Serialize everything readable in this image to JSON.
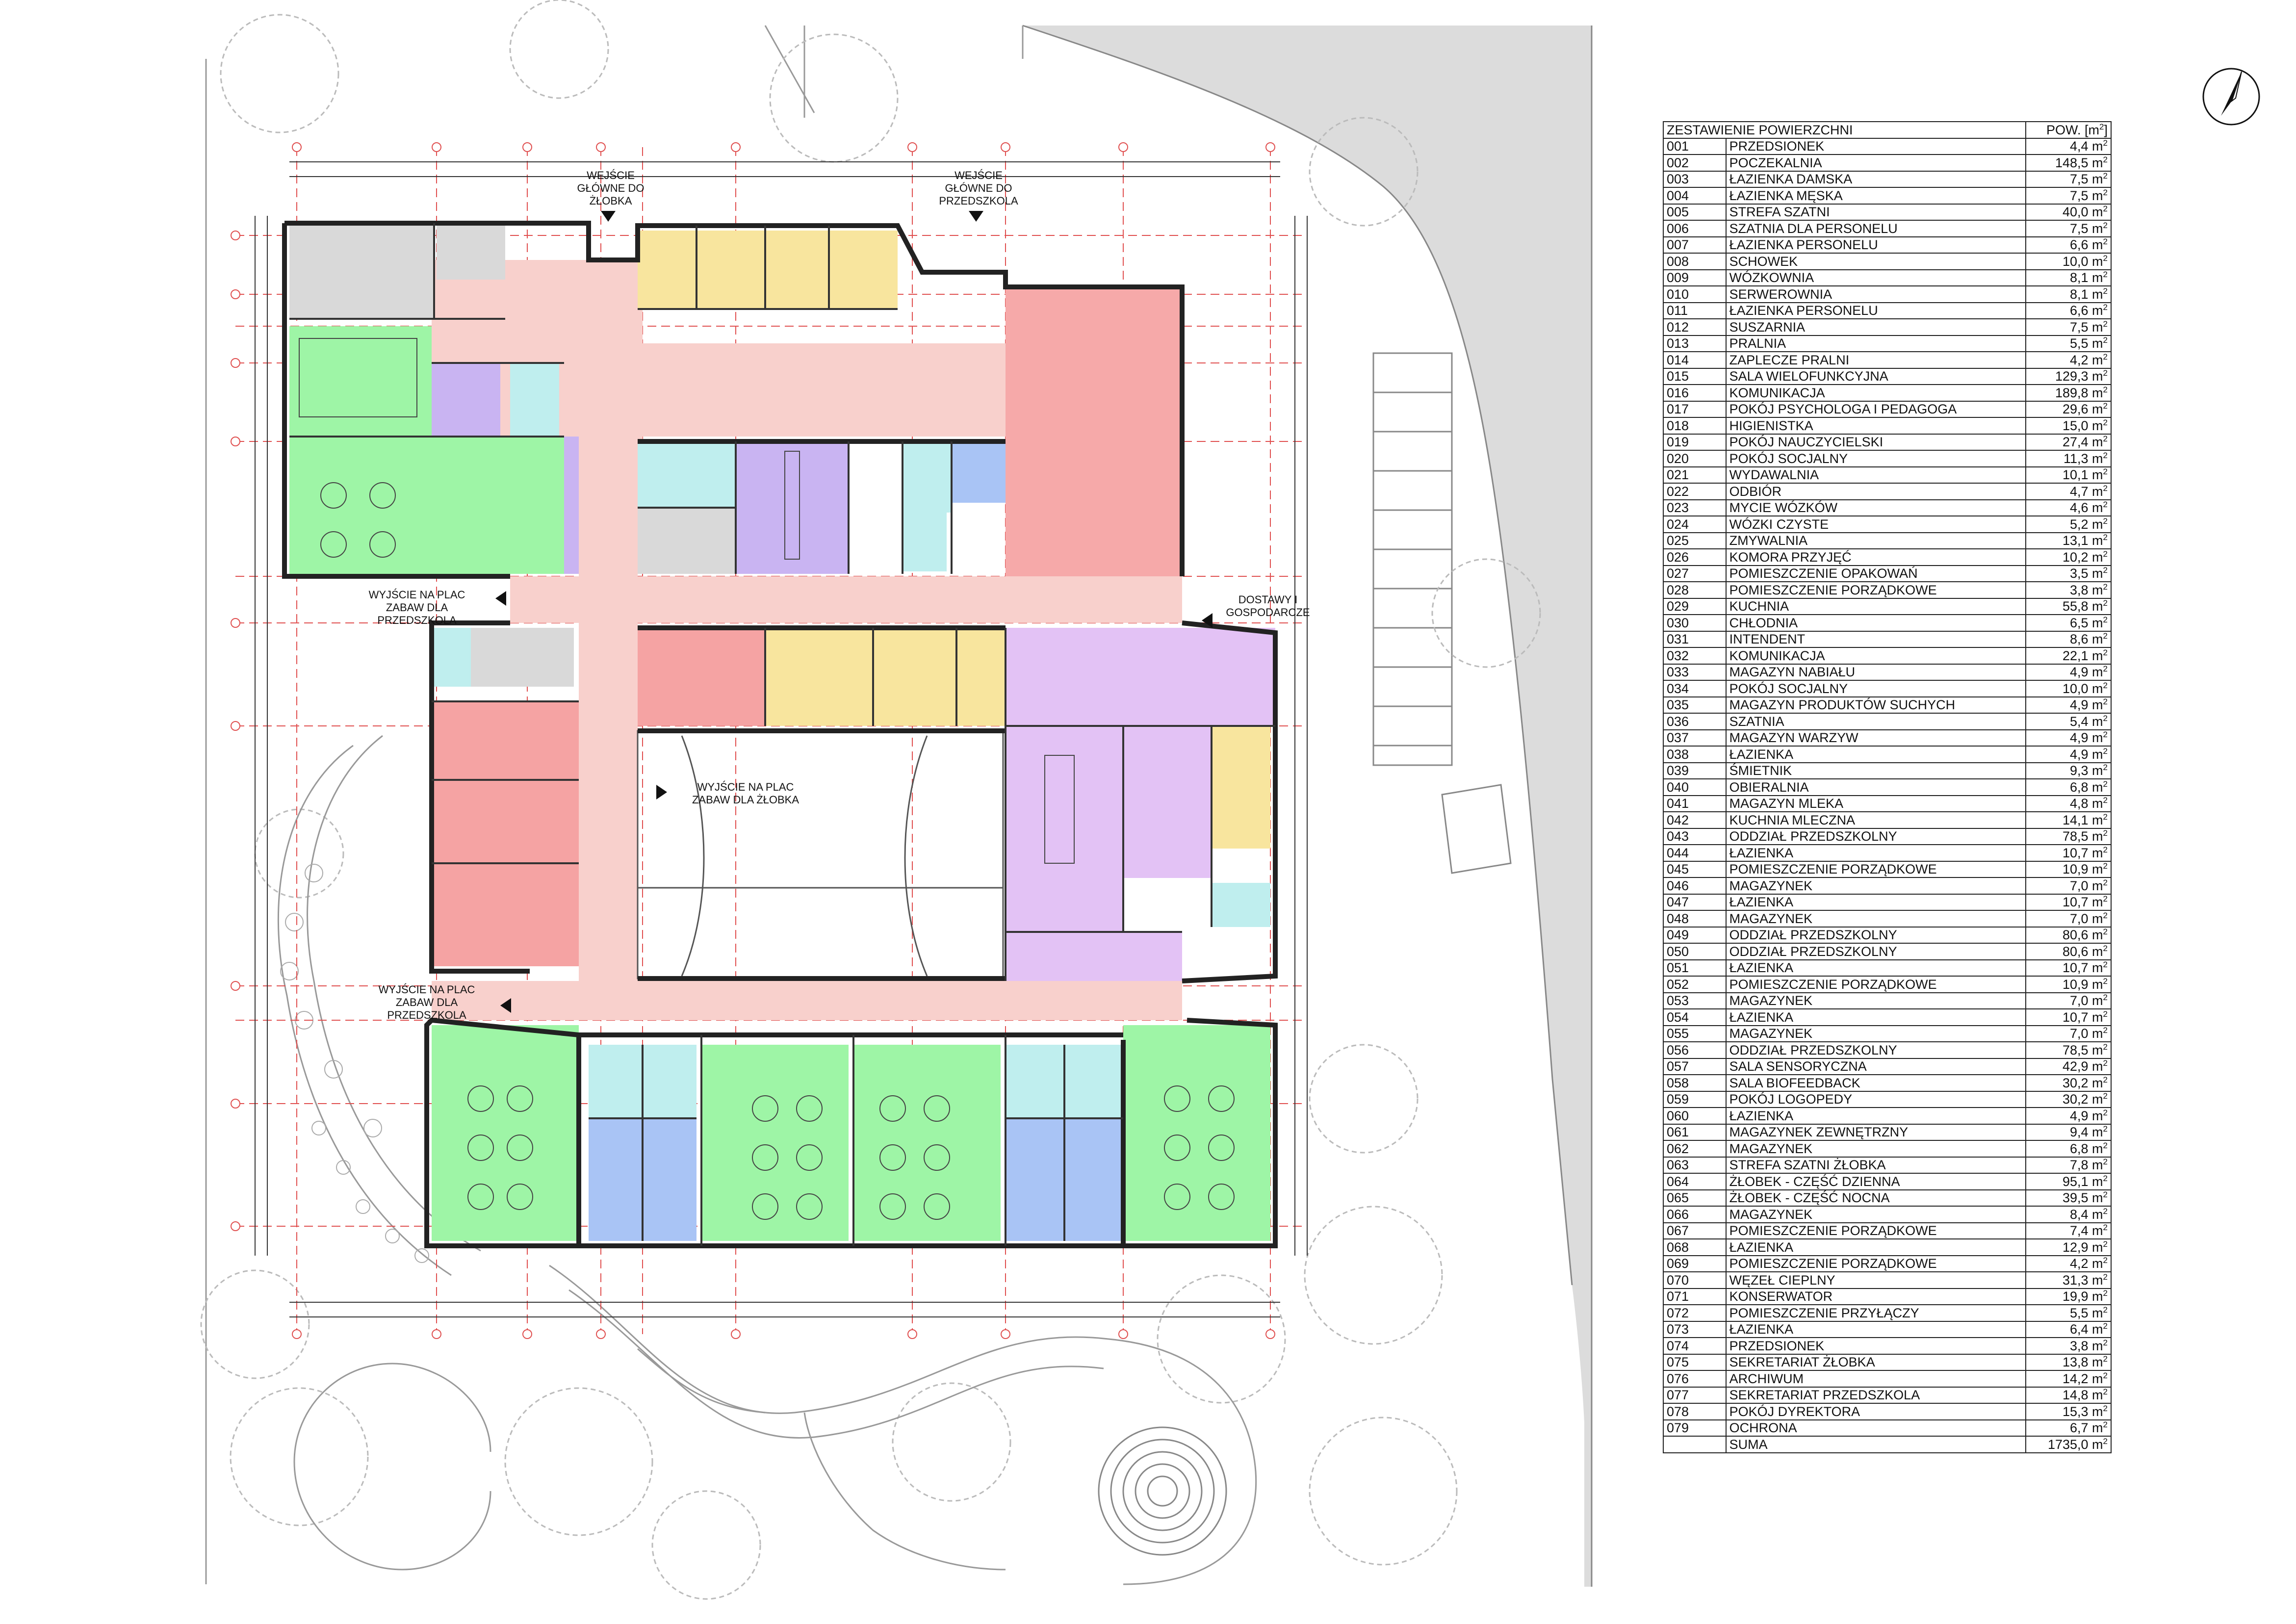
{
  "plan": {
    "labels": {
      "entrance_nursery": "WEJŚCIE\nGŁÓWNE DO\nŻŁOBKA",
      "entrance_preschool": "WEJŚCIE\nGŁÓWNE DO\nPRZEDSZKOLA",
      "exit_preschool_top": "WYJŚCIE NA PLAC\nZABAW DLA\nPRZEDSZKOLA",
      "deliveries": "DOSTAWY I\nGOSPODARCZE",
      "exit_nursery_yard": "WYJŚCIE NA PLAC\nZABAW DLA ŻŁOBKA",
      "exit_preschool_bottom": "WYJŚCIE NA PLAC\nZABAW DLA\nPRZEDSZKOLA"
    },
    "colors": {
      "corridor": "#f8d0cc",
      "hall": "#f6a9a9",
      "admin": "#f5a3a3",
      "group": "#9ef5a6",
      "sanitary": "#a9c4f5",
      "service": "#bfeeee",
      "office": "#f8e59e",
      "kitchen": "#e3c2f5",
      "storage": "#c9b4f2",
      "technical": "#d9d9d9"
    }
  },
  "table": {
    "header": {
      "title": "ZESTAWIENIE POWIERZCHNI",
      "area": "POW. [m",
      "area_sup": "2",
      "area_close": "]"
    },
    "unit": "m",
    "unit_sup": "2",
    "rows": [
      [
        "001",
        "PRZEDSIONEK",
        "4,4"
      ],
      [
        "002",
        "POCZEKALNIA",
        "148,5"
      ],
      [
        "003",
        "ŁAZIENKA DAMSKA",
        "7,5"
      ],
      [
        "004",
        "ŁAZIENKA MĘSKA",
        "7,5"
      ],
      [
        "005",
        "STREFA SZATNI",
        "40,0"
      ],
      [
        "006",
        "SZATNIA DLA PERSONELU",
        "7,5"
      ],
      [
        "007",
        "ŁAZIENKA PERSONELU",
        "6,6"
      ],
      [
        "008",
        "SCHOWEK",
        "10,0"
      ],
      [
        "009",
        "WÓZKOWNIA",
        "8,1"
      ],
      [
        "010",
        "SERWEROWNIA",
        "8,1"
      ],
      [
        "011",
        "ŁAZIENKA PERSONELU",
        "6,6"
      ],
      [
        "012",
        "SUSZARNIA",
        "7,5"
      ],
      [
        "013",
        "PRALNIA",
        "5,5"
      ],
      [
        "014",
        "ZAPLECZE PRALNI",
        "4,2"
      ],
      [
        "015",
        "SALA WIELOFUNKCYJNA",
        "129,3"
      ],
      [
        "016",
        "KOMUNIKACJA",
        "189,8"
      ],
      [
        "017",
        "POKÓJ PSYCHOLOGA I PEDAGOGA",
        "29,6"
      ],
      [
        "018",
        "HIGIENISTKA",
        "15,0"
      ],
      [
        "019",
        "POKÓJ NAUCZYCIELSKI",
        "27,4"
      ],
      [
        "020",
        "POKÓJ SOCJALNY",
        "11,3"
      ],
      [
        "021",
        "WYDAWALNIA",
        "10,1"
      ],
      [
        "022",
        "ODBIÓR",
        "4,7"
      ],
      [
        "023",
        "MYCIE WÓZKÓW",
        "4,6"
      ],
      [
        "024",
        "WÓZKI CZYSTE",
        "5,2"
      ],
      [
        "025",
        "ZMYWALNIA",
        "13,1"
      ],
      [
        "026",
        "KOMORA PRZYJĘĆ",
        "10,2"
      ],
      [
        "027",
        "POMIESZCZENIE OPAKOWAŃ",
        "3,5"
      ],
      [
        "028",
        "POMIESZCZENIE PORZĄDKOWE",
        "3,8"
      ],
      [
        "029",
        "KUCHNIA",
        "55,8"
      ],
      [
        "030",
        "CHŁODNIA",
        "6,5"
      ],
      [
        "031",
        "INTENDENT",
        "8,6"
      ],
      [
        "032",
        "KOMUNIKACJA",
        "22,1"
      ],
      [
        "033",
        "MAGAZYN NABIAŁU",
        "4,9"
      ],
      [
        "034",
        "POKÓJ SOCJALNY",
        "10,0"
      ],
      [
        "035",
        "MAGAZYN PRODUKTÓW SUCHYCH",
        "4,9"
      ],
      [
        "036",
        "SZATNIA",
        "5,4"
      ],
      [
        "037",
        "MAGAZYN WARZYW",
        "4,9"
      ],
      [
        "038",
        "ŁAZIENKA",
        "4,9"
      ],
      [
        "039",
        "ŚMIETNIK",
        "9,3"
      ],
      [
        "040",
        "OBIERALNIA",
        "6,8"
      ],
      [
        "041",
        "MAGAZYN MLEKA",
        "4,8"
      ],
      [
        "042",
        "KUCHNIA MLECZNA",
        "14,1"
      ],
      [
        "043",
        "ODDZIAŁ PRZEDSZKOLNY",
        "78,5"
      ],
      [
        "044",
        "ŁAZIENKA",
        "10,7"
      ],
      [
        "045",
        "POMIESZCZENIE PORZĄDKOWE",
        "10,9"
      ],
      [
        "046",
        "MAGAZYNEK",
        "7,0"
      ],
      [
        "047",
        "ŁAZIENKA",
        "10,7"
      ],
      [
        "048",
        "MAGAZYNEK",
        "7,0"
      ],
      [
        "049",
        "ODDZIAŁ PRZEDSZKOLNY",
        "80,6"
      ],
      [
        "050",
        "ODDZIAŁ PRZEDSZKOLNY",
        "80,6"
      ],
      [
        "051",
        "ŁAZIENKA",
        "10,7"
      ],
      [
        "052",
        "POMIESZCZENIE PORZĄDKOWE",
        "10,9"
      ],
      [
        "053",
        "MAGAZYNEK",
        "7,0"
      ],
      [
        "054",
        "ŁAZIENKA",
        "10,7"
      ],
      [
        "055",
        "MAGAZYNEK",
        "7,0"
      ],
      [
        "056",
        "ODDZIAŁ PRZEDSZKOLNY",
        "78,5"
      ],
      [
        "057",
        "SALA SENSORYCZNA",
        "42,9"
      ],
      [
        "058",
        "SALA BIOFEEDBACK",
        "30,2"
      ],
      [
        "059",
        "POKÓJ LOGOPEDY",
        "30,2"
      ],
      [
        "060",
        "ŁAZIENKA",
        "4,9"
      ],
      [
        "061",
        "MAGAZYNEK ZEWNĘTRZNY",
        "9,4"
      ],
      [
        "062",
        "MAGAZYNEK",
        "6,8"
      ],
      [
        "063",
        "STREFA SZATNI ŻŁOBKA",
        "7,8"
      ],
      [
        "064",
        "ŻŁOBEK - CZĘŚĆ DZIENNA",
        "95,1"
      ],
      [
        "065",
        "ŻŁOBEK - CZĘŚĆ NOCNA",
        "39,5"
      ],
      [
        "066",
        "MAGAZYNEK",
        "8,4"
      ],
      [
        "067",
        "POMIESZCZENIE PORZĄDKOWE",
        "7,4"
      ],
      [
        "068",
        "ŁAZIENKA",
        "12,9"
      ],
      [
        "069",
        "POMIESZCZENIE PORZĄDKOWE",
        "4,2"
      ],
      [
        "070",
        "WĘZEŁ CIEPLNY",
        "31,3"
      ],
      [
        "071",
        "KONSERWATOR",
        "19,9"
      ],
      [
        "072",
        "POMIESZCZENIE PRZYŁĄCZY",
        "5,5"
      ],
      [
        "073",
        "ŁAZIENKA",
        "6,4"
      ],
      [
        "074",
        "PRZEDSIONEK",
        "3,8"
      ],
      [
        "075",
        "SEKRETARIAT ŻŁOBKA",
        "13,8"
      ],
      [
        "076",
        "ARCHIWUM",
        "14,2"
      ],
      [
        "077",
        "SEKRETARIAT PRZEDSZKOLA",
        "14,8"
      ],
      [
        "078",
        "POKÓJ DYREKTORA",
        "15,3"
      ],
      [
        "079",
        "OCHRONA",
        "6,7"
      ]
    ],
    "total": {
      "label": "SUMA",
      "value": "1735,0"
    }
  }
}
